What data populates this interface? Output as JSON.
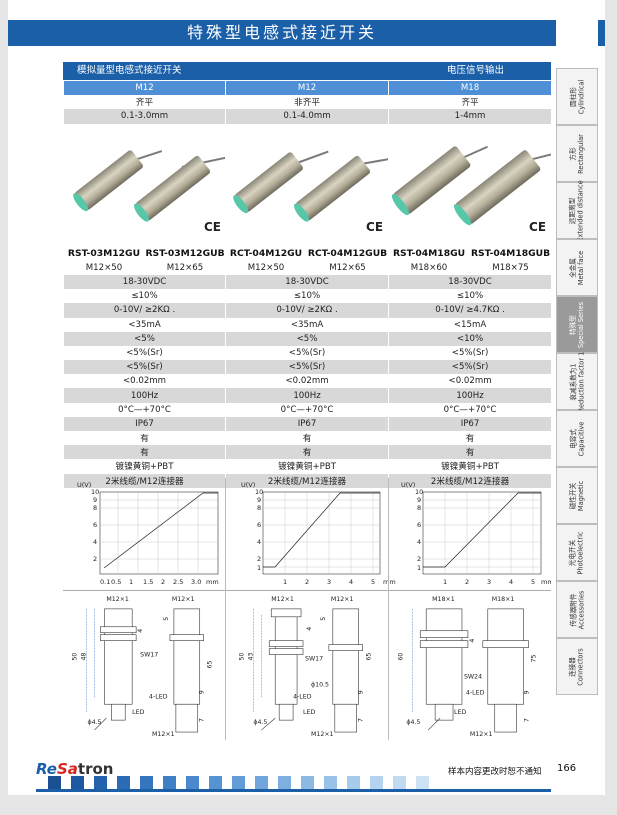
{
  "header": {
    "title": "特殊型电感式接近开关",
    "sub_left": "模拟量型电感式接近开关",
    "sub_right": "电压信号输出"
  },
  "columns": [
    {
      "size": "M12",
      "mount": "齐平",
      "range": "0.1-3.0mm",
      "models": [
        "RST-03M12GU",
        "RST-03M12GUB"
      ],
      "dims": [
        "M12×50",
        "M12×65"
      ],
      "voltage": "18-30VDC",
      "ripple": "≤10%",
      "output": "0-10V/ ≥2KΩ .",
      "current": "<35mA",
      "linearity": "<5%",
      "repeat": "<5%(Sr)",
      "hyst": "<5%(Sr)",
      "resolution": "<0.02mm",
      "freq": "100Hz",
      "temp": "0°C—+70°C",
      "ip": "IP67",
      "led1": "有",
      "led2": "有",
      "material": "镀镍黄铜+PBT",
      "connection": "2米线缆/M12连接器"
    },
    {
      "size": "M12",
      "mount": "非齐平",
      "range": "0.1-4.0mm",
      "models": [
        "RCT-04M12GU",
        "RCT-04M12GUB"
      ],
      "dims": [
        "M12×50",
        "M12×65"
      ],
      "voltage": "18-30VDC",
      "ripple": "≤10%",
      "output": "0-10V/ ≥2KΩ .",
      "current": "<35mA",
      "linearity": "<5%",
      "repeat": "<5%(Sr)",
      "hyst": "<5%(Sr)",
      "resolution": "<0.02mm",
      "freq": "100Hz",
      "temp": "0°C—+70°C",
      "ip": "IP67",
      "led1": "有",
      "led2": "有",
      "material": "镀镍黄铜+PBT",
      "connection": "2米线缆/M12连接器"
    },
    {
      "size": "M18",
      "mount": "齐平",
      "range": "1-4mm",
      "models": [
        "RST-04M18GU",
        "RST-04M18GUB"
      ],
      "dims": [
        "M18×60",
        "M18×75"
      ],
      "voltage": "18-30VDC",
      "ripple": "≤10%",
      "output": "0-10V/ ≥4.7KΩ .",
      "current": "<15mA",
      "linearity": "<10%",
      "repeat": "<5%(Sr)",
      "hyst": "<5%(Sr)",
      "resolution": "<0.02mm",
      "freq": "100Hz",
      "temp": "0°C—+70°C",
      "ip": "IP67",
      "led1": "有",
      "led2": "有",
      "material": "镀镍黄铜+PBT",
      "connection": "2米线缆/M12连接器"
    }
  ],
  "ce_mark": "CE",
  "charts": {
    "y_unit": "U(V)",
    "x_unit": "mm",
    "c1": {
      "xticks": [
        "0.1",
        "0.5",
        "1",
        "1.5",
        "2",
        "2.5",
        "3.0"
      ],
      "yticks": [
        "10",
        "9",
        "8",
        "6",
        "4",
        "2"
      ]
    },
    "c2": {
      "xticks": [
        "1",
        "2",
        "3",
        "4",
        "5"
      ],
      "yticks": [
        "10",
        "9",
        "8",
        "6",
        "4",
        "2",
        "1"
      ]
    },
    "c3": {
      "xticks": [
        "1",
        "2",
        "3",
        "4",
        "5"
      ],
      "yticks": [
        "10",
        "9",
        "8",
        "6",
        "4",
        "2",
        "1"
      ]
    }
  },
  "drawings": {
    "d1": {
      "thread_a": "M12×1",
      "thread_b": "M12×1",
      "nut": "SW17",
      "cable": "ϕ4.5",
      "led_a": "4-LED",
      "led_b": "LED",
      "conn": "M12×1",
      "dims": [
        "50",
        "48",
        "4",
        "5",
        "65",
        "9",
        "7"
      ]
    },
    "d2": {
      "thread_a": "M12×1",
      "thread_b": "M12×1",
      "nut": "SW17",
      "cable": "ϕ4.5",
      "led_a": "4-LED",
      "led_b": "LED",
      "conn": "M12×1",
      "tip": "ϕ10.5",
      "dims": [
        "50",
        "43",
        "4",
        "5",
        "65",
        "9",
        "7"
      ]
    },
    "d3": {
      "thread_a": "M18×1",
      "thread_b": "M18×1",
      "nut": "SW24",
      "cable": "ϕ4.5",
      "led_a": "4-LED",
      "led_b": "LED",
      "conn": "M12×1",
      "dims": [
        "60",
        "4",
        "75",
        "9",
        "7"
      ]
    }
  },
  "sidebar": [
    {
      "cn": "圆柱形",
      "en": "Cylindrical"
    },
    {
      "cn": "方形",
      "en": "Rectangular"
    },
    {
      "cn": "远距离型",
      "en": "Extended distance"
    },
    {
      "cn": "全金属",
      "en": "Metal face"
    },
    {
      "cn": "特殊型",
      "en": "Special Series",
      "active": true
    },
    {
      "cn": "衰减系数为1",
      "en": "Reduction factor 1"
    },
    {
      "cn": "电容式",
      "en": "Capacitive"
    },
    {
      "cn": "磁性开关",
      "en": "Magnetic"
    },
    {
      "cn": "光电开关",
      "en": "Photoelectric"
    },
    {
      "cn": "传感器附件",
      "en": "Accessories"
    },
    {
      "cn": "连接器",
      "en": "Connectors"
    }
  ],
  "footer": {
    "logo_a": "Re",
    "logo_b": "Sa",
    "logo_c": "tron",
    "notice": "样本内容更改时恕不通知",
    "page": "166"
  },
  "colors": {
    "brand": "#1a5fa8",
    "accent": "#4e8fd6",
    "logo_red": "#d7261f"
  }
}
